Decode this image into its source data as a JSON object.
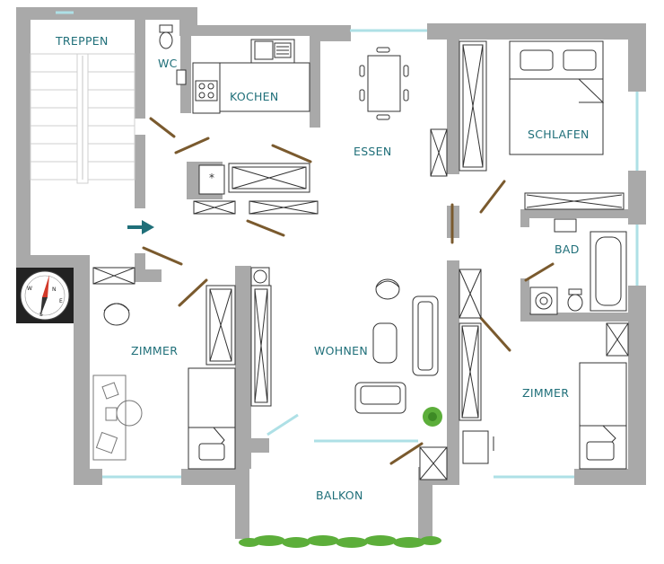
{
  "rooms": {
    "stairs": "TREPPEN",
    "wc": "WC",
    "kitchen": "KOCHEN",
    "dining": "ESSEN",
    "bedroom": "SCHLAFEN",
    "bath": "BAD",
    "room_left": "ZIMMER",
    "living": "WOHNEN",
    "room_right": "ZIMMER",
    "balcony": "BALKON"
  },
  "compass": {
    "letters": [
      "N",
      "E",
      "S",
      "W"
    ]
  },
  "colors": {
    "wall": "#a9a9a9",
    "label": "#1f6f79",
    "door": "#7a5a2e",
    "window": "#aee0e6",
    "entry_arrow": "#1f6f79",
    "plant": "#5cae3a"
  }
}
